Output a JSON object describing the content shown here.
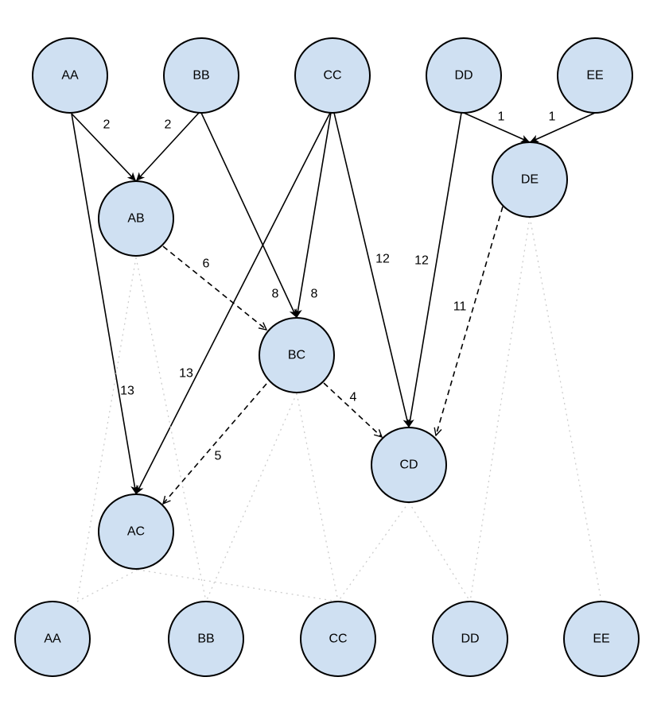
{
  "diagram": {
    "colors": {
      "node_fill": "#cfe0f2",
      "edge": "#000000",
      "dotted_edge": "#cccccc"
    },
    "nodes": [
      {
        "id": "top-AA",
        "label": "AA"
      },
      {
        "id": "top-BB",
        "label": "BB"
      },
      {
        "id": "top-CC",
        "label": "CC"
      },
      {
        "id": "top-DD",
        "label": "DD"
      },
      {
        "id": "top-EE",
        "label": "EE"
      },
      {
        "id": "AB",
        "label": "AB"
      },
      {
        "id": "DE",
        "label": "DE"
      },
      {
        "id": "BC",
        "label": "BC"
      },
      {
        "id": "CD",
        "label": "CD"
      },
      {
        "id": "AC",
        "label": "AC"
      },
      {
        "id": "bot-AA",
        "label": "AA"
      },
      {
        "id": "bot-BB",
        "label": "BB"
      },
      {
        "id": "bot-CC",
        "label": "CC"
      },
      {
        "id": "bot-DD",
        "label": "DD"
      },
      {
        "id": "bot-EE",
        "label": "EE"
      }
    ],
    "edges": [
      {
        "from": "top-AA",
        "to": "AB",
        "weight": "2",
        "style": "solid"
      },
      {
        "from": "top-BB",
        "to": "AB",
        "weight": "2",
        "style": "solid"
      },
      {
        "from": "top-AA",
        "to": "AC",
        "weight": "13",
        "style": "solid"
      },
      {
        "from": "top-CC",
        "to": "AC",
        "weight": "13",
        "style": "solid"
      },
      {
        "from": "top-BB",
        "to": "BC",
        "weight": "8",
        "style": "solid"
      },
      {
        "from": "top-CC",
        "to": "BC",
        "weight": "8",
        "style": "solid"
      },
      {
        "from": "top-CC",
        "to": "CD",
        "weight": "12",
        "style": "solid"
      },
      {
        "from": "top-DD",
        "to": "CD",
        "weight": "12",
        "style": "solid"
      },
      {
        "from": "top-DD",
        "to": "DE",
        "weight": "1",
        "style": "solid"
      },
      {
        "from": "top-EE",
        "to": "DE",
        "weight": "1",
        "style": "solid"
      },
      {
        "from": "AB",
        "to": "BC",
        "weight": "6",
        "style": "dashed"
      },
      {
        "from": "BC",
        "to": "AC",
        "weight": "5",
        "style": "dashed"
      },
      {
        "from": "BC",
        "to": "CD",
        "weight": "4",
        "style": "dashed"
      },
      {
        "from": "DE",
        "to": "CD",
        "weight": "11",
        "style": "dashed"
      },
      {
        "from": "AB",
        "to": "bot-AA",
        "style": "dotted"
      },
      {
        "from": "AB",
        "to": "bot-BB",
        "style": "dotted"
      },
      {
        "from": "AC",
        "to": "bot-AA",
        "style": "dotted"
      },
      {
        "from": "AC",
        "to": "bot-CC",
        "style": "dotted"
      },
      {
        "from": "BC",
        "to": "bot-BB",
        "style": "dotted"
      },
      {
        "from": "BC",
        "to": "bot-CC",
        "style": "dotted"
      },
      {
        "from": "CD",
        "to": "bot-CC",
        "style": "dotted"
      },
      {
        "from": "CD",
        "to": "bot-DD",
        "style": "dotted"
      },
      {
        "from": "DE",
        "to": "bot-DD",
        "style": "dotted"
      },
      {
        "from": "DE",
        "to": "bot-EE",
        "style": "dotted"
      }
    ]
  }
}
